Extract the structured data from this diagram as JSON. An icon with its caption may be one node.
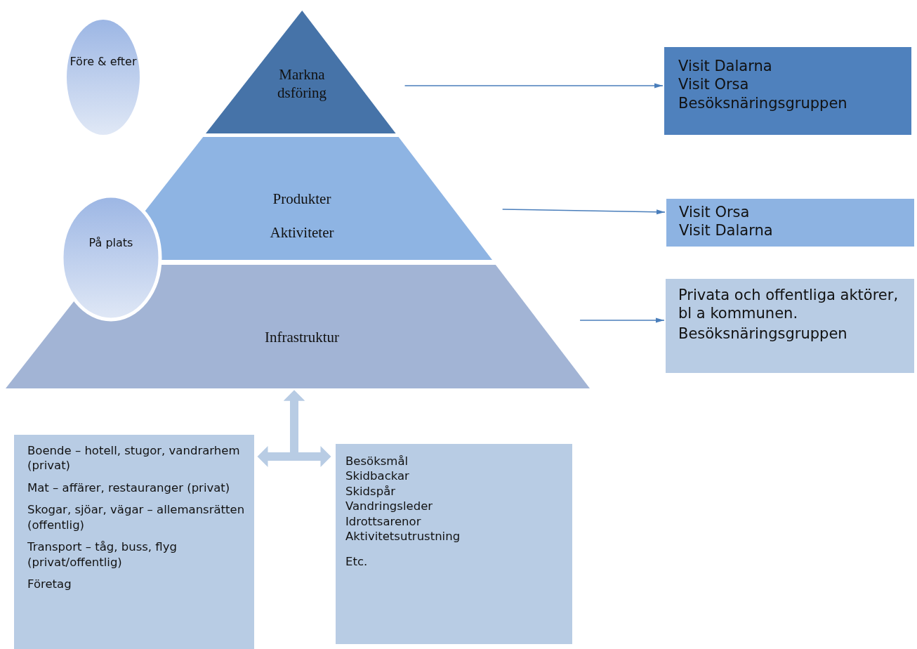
{
  "diagram": {
    "nodes": [
      {
        "text": [
          "Före & efter"
        ]
      },
      {
        "text": [
          "Marknadsföring"
        ]
      },
      {
        "text": [
          "Produkter",
          "Aktiviteter"
        ]
      },
      {
        "text": [
          "Infrastruktur"
        ]
      },
      {
        "text": [
          "På plats"
        ]
      },
      {
        "text": [
          "Visit Dalarna",
          "Visit Orsa",
          "Besöksnäringsgruppen"
        ]
      },
      {
        "text": [
          "Visit Orsa",
          "Visit Dalarna"
        ]
      },
      {
        "text": [
          "Privata och offentliga aktörer, bl a kommunen.",
          "Besöksnäringsgruppen"
        ]
      },
      {
        "text": [
          "Boende – hotell, stugor, vandrarhem (privat)",
          "Mat – affärer, restauranger (privat)",
          "Skogar, sjöar, vägar – allemansrätten (offentlig)",
          "Transport – tåg, buss, flyg (privat/offentlig)",
          "Företag"
        ]
      },
      {
        "text": [
          "Besöksmål",
          "Skidbackar",
          "Skidspår",
          "Vandringsleder",
          "Idrottsarenor",
          "Aktivitetsutrustning",
          "Etc."
        ]
      }
    ],
    "edges": [
      {
        "from": 1,
        "to": 5,
        "arrow": "to"
      },
      {
        "from": 2,
        "to": 6,
        "arrow": "to"
      },
      {
        "from": 3,
        "to": 7,
        "arrow": "to"
      },
      {
        "from": 3,
        "to": 8,
        "arrow": "both",
        "style": "thick",
        "color": "#b8cce4"
      },
      {
        "from": 3,
        "to": 9,
        "arrow": "both",
        "style": "thick",
        "color": "#b8cce4"
      }
    ]
  }
}
